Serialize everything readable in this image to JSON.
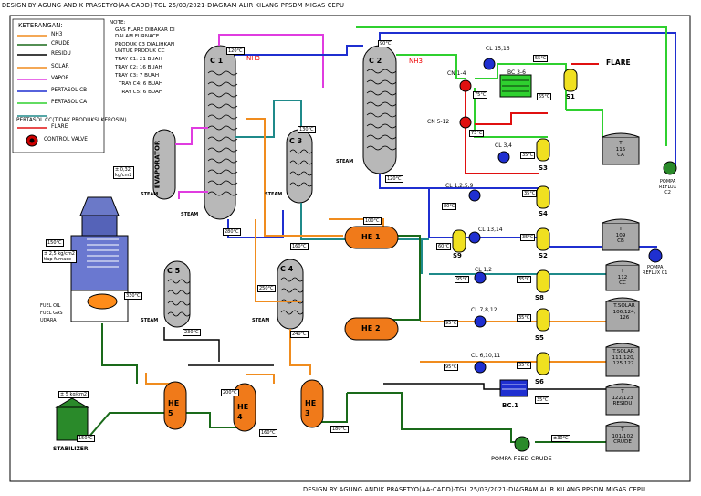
{
  "header_top": "DESIGN BY AGUNG ANDIK PRASETYO(AA-CADD)-TGL 25/03/2021-DIAGRAM ALIR KILANG PPSDM MIGAS CEPU",
  "header_bottom": "DESIGN BY AGUNG ANDIK PRASETYO(AA-CADD)-TGL 25/03/2021-DIAGRAM ALIR KILANG PPSDM MIGAS CEPU",
  "legend": {
    "title": "KETERANGAN:",
    "items": [
      {
        "label": "NH3",
        "color": "#1a7a1a"
      },
      {
        "label": "CRUDE",
        "color": "#1a6a1a"
      },
      {
        "label": "RESIDU",
        "color": "#000000"
      },
      {
        "label": "SOLAR",
        "color": "#f08c1e"
      },
      {
        "label": "VAPOR",
        "color": "#e03ce0"
      },
      {
        "label": "PERTASOL CB",
        "color": "#1f2fd0"
      },
      {
        "label": "PERTASOL CA",
        "color": "#2fd02f"
      },
      {
        "label": "PERTASOL CC(TIDAK PRODUKSI KEROSIN)",
        "color": "#1f8a8a"
      },
      {
        "label": "FLARE",
        "color": "#e01010"
      },
      {
        "label": "CONTROL VALVE",
        "color": "#c00"
      }
    ]
  },
  "notes": {
    "title": "NOTE:",
    "lines": [
      "GAS FLARE DIBAKAR DI",
      "DALAM FURNACE",
      "PRODUK C3 DIALIHKAN",
      "UNTUK PRODUK CC",
      "TRAY C1: 21 BUAH",
      "TRAY C2: 16 BUAH",
      "TRAY C3: 7 BUAH",
      "TRAY C4: 6 BUAH",
      "TRAY C5: 6 BUAH"
    ]
  },
  "columns": {
    "c1": "C 1",
    "c2": "C 2",
    "c3": "C 3",
    "c4": "C 4",
    "c5": "C 5",
    "evaporator": "EVAPORATOR",
    "nh3_1": "NH3",
    "nh3_2": "NH3"
  },
  "exchangers": {
    "he1": "HE 1",
    "he2": "HE 2",
    "he3": "HE\n3",
    "he4": "HE\n4",
    "he5": "HE\n5"
  },
  "coolers": {
    "cn14": "CN 1-4",
    "cn512": "CN 5-12",
    "bc36": "BC 3-6",
    "cl1516": "CL 15,16",
    "cl34": "CL 3,4",
    "cl1259": "CL 1,2,5,9",
    "cl1314": "CL 13,14",
    "cl12": "CL 1,2",
    "cl7812": "CL 7,8,12",
    "cl61011": "CL 6,10,11",
    "bc1": "BC.1"
  },
  "separators": {
    "s1": "S1",
    "s2": "S2",
    "s3": "S3",
    "s4": "S4",
    "s5": "S5",
    "s6": "S6",
    "s8": "S8",
    "s9": "S9"
  },
  "tanks": {
    "t115": "T\n115\nCA",
    "t109": "T\n109\nCB",
    "t112": "T\n112\nCC",
    "tsolar1": "T.SOLAR\n106,124,\n126",
    "tsolar2": "T.SOLAR\n111,120,\n125,127",
    "t122": "T\n122/123\nRESIDU",
    "t101": "T\n101/102\nCRUDE"
  },
  "labels": {
    "flare": "FLARE",
    "pompa_reflux_c2": "POMPA\nREFLUX\nC2",
    "pompa_reflux_c1": "POMPA\nREFLUX C1",
    "pompa_feed": "POMPA FEED CRUDE",
    "stabilizer": "STABILIZER",
    "steam": "STEAM",
    "fuel_oil": "FUEL OIL",
    "fuel_gas": "FUEL GAS",
    "udara": "UDARA",
    "pressure_evap": "± 0,32\nkg/cm2",
    "pressure_furnace": "± 2,5 kg/cm2\ntiap furnace",
    "pressure_stab": "± 5 kg/cm2"
  },
  "temps": {
    "t120": "120°C",
    "t90": "90°C",
    "t55a": "55°C",
    "t55b": "55°C",
    "t75a": "75°C",
    "t75b": "75°C",
    "t35a": "35°C",
    "t35b": "35°C",
    "t35c": "35°C",
    "t35d": "35°C",
    "t35e": "35°C",
    "t35f": "35°C",
    "t60": "60°C",
    "t130": "130°C",
    "t80": "80°C",
    "t95a": "95°C",
    "t95b": "95°C",
    "t120b": "120°C",
    "t150": "150°C",
    "t330": "330°C",
    "t250": "250°C",
    "t280": "280°C",
    "t200": "200°C",
    "t230": "230°C",
    "t240": "240°C",
    "t100": "100°C",
    "t180": "180°C",
    "t160": "160°C",
    "t150b": "150°C",
    "t30": "±30°C",
    "t35g": "35°C",
    "t160b": "160°C"
  }
}
